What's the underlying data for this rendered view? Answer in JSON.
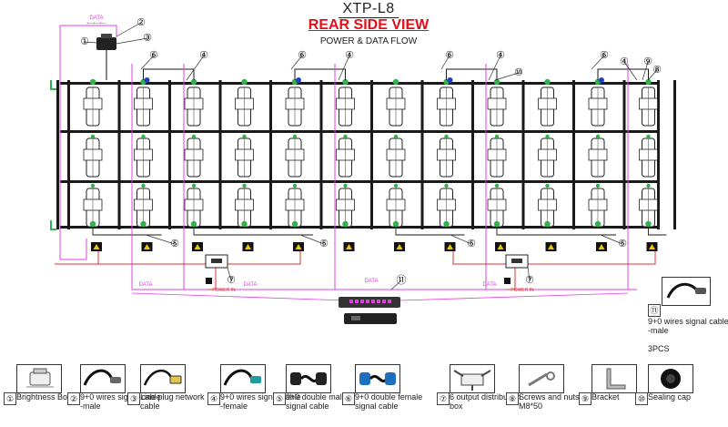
{
  "header": {
    "model": "XTP-L8",
    "view": "REAR SIDE VIEW",
    "flow": "POWER & DATA FLOW"
  },
  "diagram_labels": {
    "data": "DATA",
    "power_in": "POWER IN",
    "callouts": [
      "①",
      "②",
      "③",
      "④",
      "⑤",
      "⑥",
      "⑦",
      "⑧",
      "⑨",
      "⑩",
      "⑪"
    ]
  },
  "colors": {
    "frame": "#1a1a1a",
    "data_line": "#e040e0",
    "power_line": "#e03030",
    "signal_line": "#1a1a1a",
    "module": "#ffffff",
    "connector_green": "#2fb34a",
    "connector_blue": "#1f3fbf",
    "warning_yellow": "#f5c400"
  },
  "legend": [
    {
      "num": "①",
      "label": "Brightness Box",
      "icon": "brightness-box-icon"
    },
    {
      "num": "②",
      "label": "9+0 wires signal cable -male",
      "icon": "signal-cable-male-icon"
    },
    {
      "num": "③",
      "label": "Line plug network cable",
      "icon": "network-cable-icon"
    },
    {
      "num": "④",
      "label": "9+0 wires signal cable -female",
      "icon": "signal-cable-female-icon"
    },
    {
      "num": "⑤",
      "label": "9+0 double male signal cable",
      "icon": "double-male-cable-icon"
    },
    {
      "num": "⑥",
      "label": "9+0 double female signal cable",
      "icon": "double-female-cable-icon"
    },
    {
      "num": "⑦",
      "label": "6 output distribution box",
      "icon": "distribution-box-icon"
    },
    {
      "num": "⑧",
      "label": "Screws and nuts M8*50",
      "icon": "screws-nuts-icon"
    },
    {
      "num": "⑨",
      "label": "Bracket",
      "icon": "bracket-icon"
    },
    {
      "num": "⑩",
      "label": "Sealing cap",
      "icon": "sealing-cap-icon"
    }
  ],
  "side_item": {
    "num": "⑪",
    "label": "9+0 wires signal cable -male",
    "qty": "3PCS",
    "icon": "signal-cable-male-icon"
  }
}
